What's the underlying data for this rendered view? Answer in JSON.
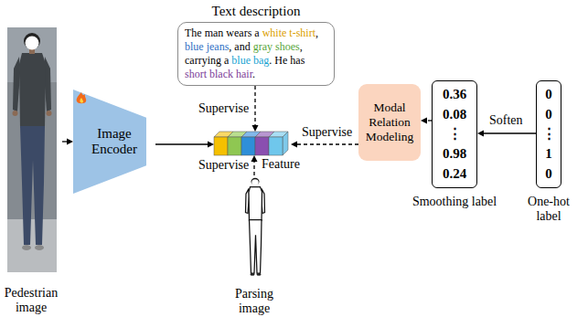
{
  "diagram": {
    "nodes": [
      {
        "text": [
          "Text description",
          "The man wears a white t-shirt, blue jeans, and gray shoes, carrying a blue bag. He has short black hair."
        ]
      },
      {
        "text": [
          "Pedestrian image"
        ]
      },
      {
        "text": [
          "Image Encoder"
        ]
      },
      {
        "text": [
          "Feature"
        ]
      },
      {
        "text": [
          "Modal Relation Modeling"
        ]
      },
      {
        "text": [
          "0.36",
          "0.08",
          "⋮",
          "0.98",
          "0.24",
          "Smoothing label"
        ]
      },
      {
        "text": [
          "0",
          "0",
          "⋮",
          "1",
          "0",
          "One-hot label"
        ]
      },
      {
        "text": [
          "Parsing image"
        ]
      }
    ],
    "edges": [
      {
        "from": 1,
        "to": 2,
        "arrow": "to"
      },
      {
        "from": 2,
        "to": 3,
        "arrow": "to"
      },
      {
        "from": 0,
        "to": 3,
        "arrow": "to",
        "label": "Supervise"
      },
      {
        "from": 7,
        "to": 3,
        "arrow": "to",
        "label": "Supervise"
      },
      {
        "from": 4,
        "to": 3,
        "arrow": "to",
        "label": "Supervise"
      },
      {
        "from": 5,
        "to": 4,
        "arrow": "to"
      },
      {
        "from": 6,
        "to": 5,
        "arrow": "to",
        "label": "Soften"
      }
    ]
  }
}
